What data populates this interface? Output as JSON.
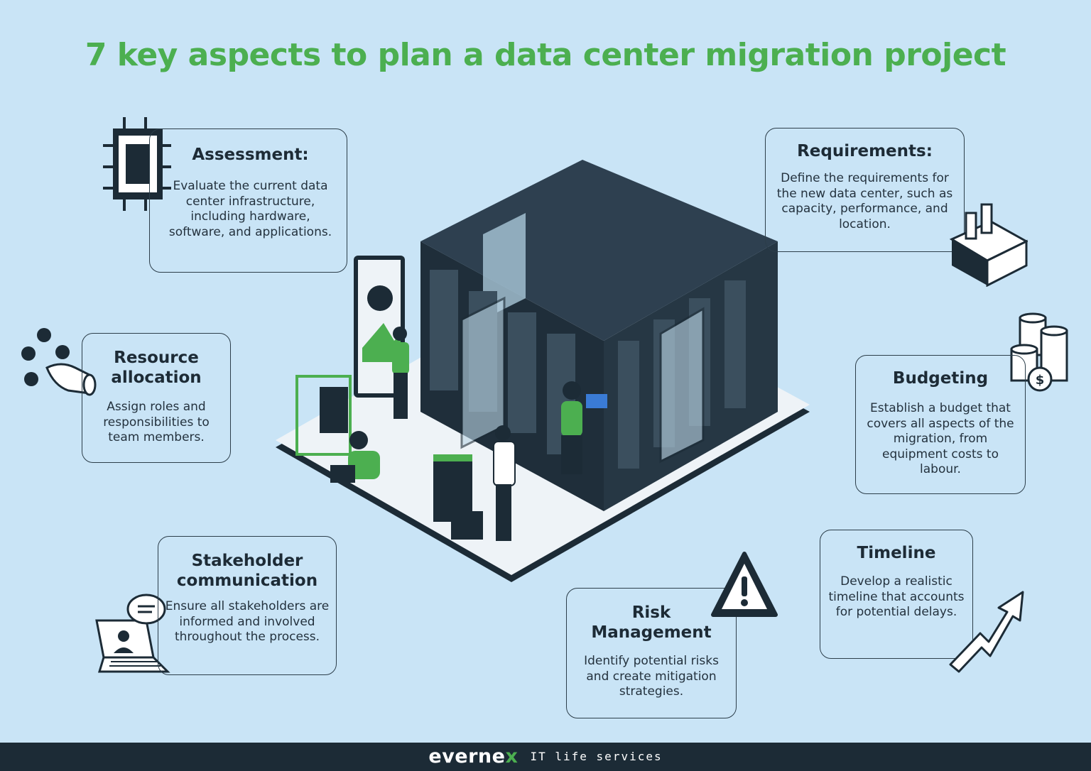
{
  "title": "7 key aspects to plan a data center migration project",
  "cards": {
    "assessment": {
      "title": "Assessment:",
      "text": "Evaluate the current data center infrastructure, including hardware, software, and applications."
    },
    "requirements": {
      "title": "Requirements:",
      "text": "Define the requirements for the new data center, such as capacity, performance, and location."
    },
    "resource": {
      "title": "Resource allocation",
      "text": "Assign roles and responsibilities to team members."
    },
    "budgeting": {
      "title": "Budgeting",
      "text": "Establish a budget that covers all aspects of the migration, from equipment costs to labour."
    },
    "stakeholder": {
      "title": "Stakeholder communication",
      "text": "Ensure all stakeholders are informed and involved throughout the process."
    },
    "risk": {
      "title": "Risk Management",
      "text": "Identify potential risks and create mitigation strategies."
    },
    "timeline": {
      "title": "Timeline",
      "text": "Develop a realistic timeline that accounts for potential delays."
    }
  },
  "footer": {
    "brand_main": "everne",
    "brand_x": "x",
    "tagline": "IT life services"
  },
  "icons": [
    "cpu-chip-icon",
    "factory-icon",
    "hand-pointer-icon",
    "coin-stack-icon",
    "laptop-chat-icon",
    "warning-icon",
    "trend-arrow-icon"
  ],
  "colors": {
    "background": "#c9e4f6",
    "accent": "#4caf50",
    "dark": "#1c2b36"
  }
}
